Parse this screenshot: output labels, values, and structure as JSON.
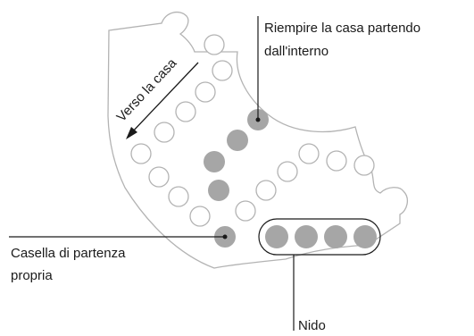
{
  "board": {
    "outline_color": "#b3b3b3",
    "empty_space_fill": "#ffffff",
    "filled_space_fill": "#a6a6a6",
    "callout_line_color": "#1a1a1a"
  },
  "labels": {
    "arrow": "Verso la casa",
    "home_line1": "Riempire la casa partendo",
    "home_line2": "dall'interno",
    "start_line1": "Casella di partenza",
    "start_line2": "propria",
    "nest": "Nido"
  }
}
